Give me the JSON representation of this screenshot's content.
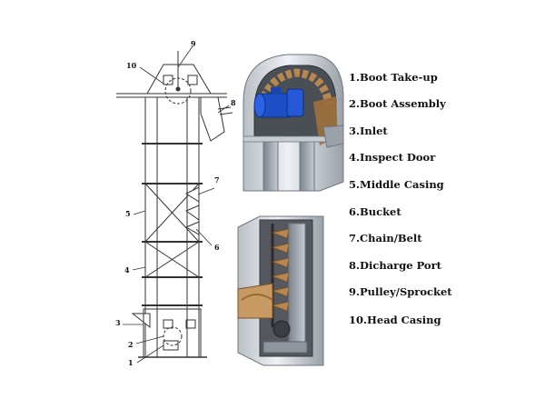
{
  "callouts": [
    "1",
    "2",
    "3",
    "4",
    "5",
    "6",
    "7",
    "8",
    "9",
    "10"
  ],
  "legend": [
    "1.Boot Take-up",
    "2.Boot Assembly",
    "3.Inlet",
    "4.Inspect Door",
    "5.Middle Casing",
    "6.Bucket",
    "7.Chain/Belt",
    "8.Dicharge Port",
    "9.Pulley/Sprocket",
    "10.Head Casing"
  ],
  "colors": {
    "line": "#333333",
    "casing_light": "#d9dde2",
    "casing_dark": "#8e959d",
    "motor_blue": "#1f4fc7",
    "bucket_brown": "#b8874f"
  }
}
